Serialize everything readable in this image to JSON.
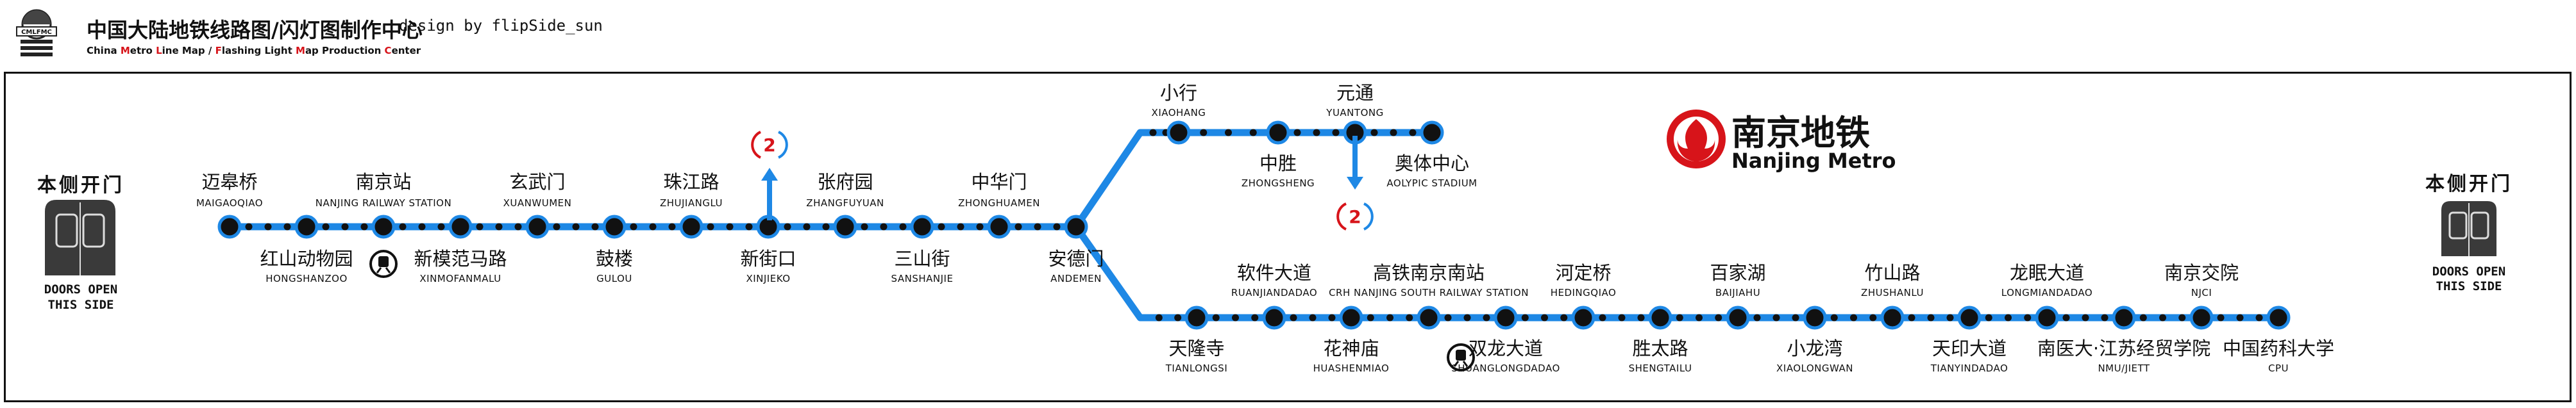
{
  "header": {
    "badge_label": "CMLFMC",
    "title": "中国大陆地铁线路图/闪灯图制作中心",
    "credit": "design by flipSide_sun",
    "subtitle_parts": [
      {
        "text": "China ",
        "red": false
      },
      {
        "text": "M",
        "red": true
      },
      {
        "text": "etro ",
        "red": false
      },
      {
        "text": "L",
        "red": true
      },
      {
        "text": "ine Map / ",
        "red": false
      },
      {
        "text": "F",
        "red": true
      },
      {
        "text": "lashing Light ",
        "red": false
      },
      {
        "text": "M",
        "red": true
      },
      {
        "text": "ap Production ",
        "red": false
      },
      {
        "text": "C",
        "red": true
      },
      {
        "text": "enter",
        "red": false
      }
    ]
  },
  "colors": {
    "line": "#1e88e5",
    "dot": "#111111",
    "accent": "#d7141a",
    "transfer_circle": "#1e88e5"
  },
  "doors": {
    "left": {
      "cn": "本侧开门",
      "en1": "DOORS OPEN",
      "en2": "THIS SIDE"
    },
    "right": {
      "cn": "本侧开门",
      "en1": "DOORS OPEN",
      "en2": "THIS SIDE"
    }
  },
  "brand": {
    "cn": "南京地铁",
    "en": "Nanjing Metro",
    "logo_icon": "nanjing-metro-logo-icon"
  },
  "transfers": {
    "xinjiekou_line": "2",
    "yuantong_line": "2"
  },
  "stations_main": [
    {
      "cn": "迈皋桥",
      "en": "MAIGAOQIAO"
    },
    {
      "cn": "红山动物园",
      "en": "HONGSHANZOO"
    },
    {
      "cn": "南京站",
      "en": "NANJING RAILWAY STATION",
      "rail": true
    },
    {
      "cn": "新模范马路",
      "en": "XINMOFANMALU"
    },
    {
      "cn": "玄武门",
      "en": "XUANWUMEN"
    },
    {
      "cn": "鼓楼",
      "en": "GULOU"
    },
    {
      "cn": "珠江路",
      "en": "ZHUJIANGLU"
    },
    {
      "cn": "新街口",
      "en": "XINJIEKO"
    },
    {
      "cn": "张府园",
      "en": "ZHANGFUYUAN"
    },
    {
      "cn": "三山街",
      "en": "SANSHANJIE"
    },
    {
      "cn": "中华门",
      "en": "ZHONGHUAMEN"
    },
    {
      "cn": "安德门",
      "en": "ANDEMEN"
    }
  ],
  "stations_upper": [
    {
      "cn": "小行",
      "en": "XIAOHANG"
    },
    {
      "cn": "中胜",
      "en": "ZHONGSHENG"
    },
    {
      "cn": "元通",
      "en": "YUANTONG"
    },
    {
      "cn": "奥体中心",
      "en": "AOLYPIC STADIUM"
    }
  ],
  "stations_lower": [
    {
      "cn": "天隆寺",
      "en": "TIANLONGSI"
    },
    {
      "cn": "软件大道",
      "en": "RUANJIANDADAO"
    },
    {
      "cn": "花神庙",
      "en": "HUASHENMIAO"
    },
    {
      "cn": "高铁南京南站",
      "en": "CRH NANJING SOUTH RAILWAY STATION",
      "rail": true
    },
    {
      "cn": "双龙大道",
      "en": "SHUANGLONGDADAO"
    },
    {
      "cn": "河定桥",
      "en": "HEDINGQIAO"
    },
    {
      "cn": "胜太路",
      "en": "SHENGTAILU"
    },
    {
      "cn": "百家湖",
      "en": "BAIJIAHU"
    },
    {
      "cn": "小龙湾",
      "en": "XIAOLONGWAN"
    },
    {
      "cn": "竹山路",
      "en": "ZHUSHANLU"
    },
    {
      "cn": "天印大道",
      "en": "TIANYINDADAO"
    },
    {
      "cn": "龙眠大道",
      "en": "LONGMIANDADAO"
    },
    {
      "cn": "南医大·江苏经贸学院",
      "en": "NMU/JIETT"
    },
    {
      "cn": "南京交院",
      "en": "NJCI"
    },
    {
      "cn": "中国药科大学",
      "en": "CPU"
    }
  ]
}
